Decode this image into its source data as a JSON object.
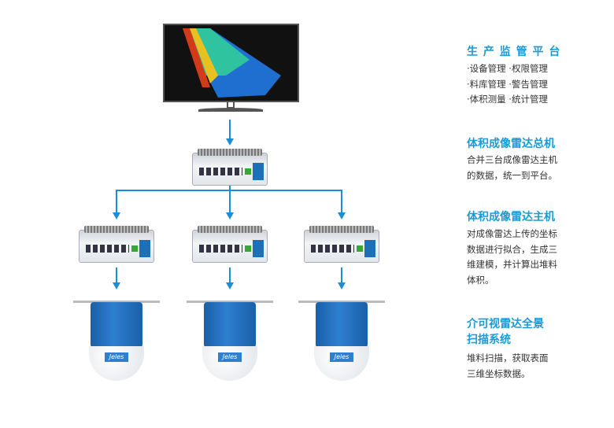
{
  "sections": [
    {
      "title": "生 产 监 管 平 台",
      "lines": [
        "·设备管理 ·权限管理",
        "·料库管理 ·警告管理",
        "·体积测量 ·统计管理"
      ]
    },
    {
      "title": "体积成像雷达总机",
      "lines": [
        "合并三台成像雷达主机",
        "的数据，统一到平台。"
      ]
    },
    {
      "title": "体积成像雷达主机",
      "lines": [
        "对成像雷达上传的坐标",
        "数据进行拟合，生成三",
        "维建模，并计算出堆料",
        "体积。"
      ]
    },
    {
      "title_lines": [
        "介可视雷达全景",
        "扫描系统"
      ],
      "lines": [
        "堆料扫描，获取表面",
        "三维坐标数据。"
      ]
    }
  ],
  "radar_logo": "Jeles",
  "colors": {
    "accent": "#1a9ad6",
    "arrow": "#1a8fd6",
    "radar_blue": "#2f7fd0"
  }
}
